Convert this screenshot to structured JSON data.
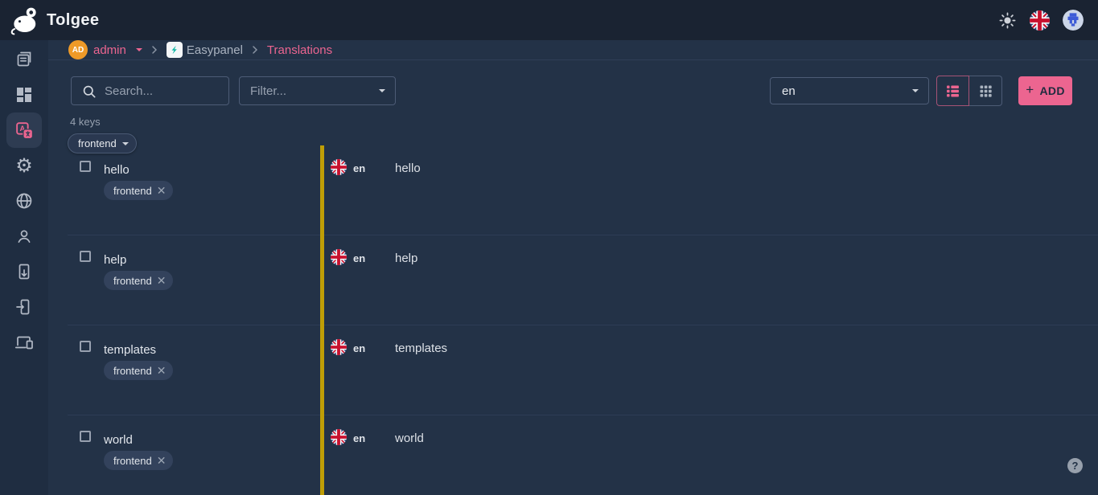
{
  "topbar": {
    "app_name": "Tolgee"
  },
  "breadcrumb": {
    "user_initials": "AD",
    "user_name": "admin",
    "project_name": "Easypanel",
    "page_name": "Translations"
  },
  "sidebar": {
    "icons": [
      "projects-icon",
      "dashboard-icon",
      "translate-icon",
      "gear-icon",
      "globe-icon",
      "person-icon",
      "export-icon",
      "import-icon",
      "devices-icon"
    ],
    "active_icon": "translate-icon"
  },
  "toolbar": {
    "search_placeholder": "Search...",
    "filter_placeholder": "Filter...",
    "language_select": "en",
    "add_label": "ADD"
  },
  "keys_summary": "4 keys",
  "namespace": {
    "label": "frontend"
  },
  "table": {
    "rows": [
      {
        "key": "hello",
        "tag": "frontend",
        "language_code": "en",
        "translation": "hello"
      },
      {
        "key": "help",
        "tag": "frontend",
        "language_code": "en",
        "translation": "help"
      },
      {
        "key": "templates",
        "tag": "frontend",
        "language_code": "en",
        "translation": "templates"
      },
      {
        "key": "world",
        "tag": "frontend",
        "language_code": "en",
        "translation": "world"
      }
    ]
  },
  "help_button": {
    "label": "?"
  },
  "colors": {
    "accent_pink": "#ec6590",
    "amber_divider": "#bf9e06",
    "avatar_orange": "#ee9a28",
    "easypanel_teal": "#14b8a6",
    "topbar_bg": "#1a2332",
    "content_bg": "#233247",
    "sidebar_bg": "#1f2d41"
  }
}
